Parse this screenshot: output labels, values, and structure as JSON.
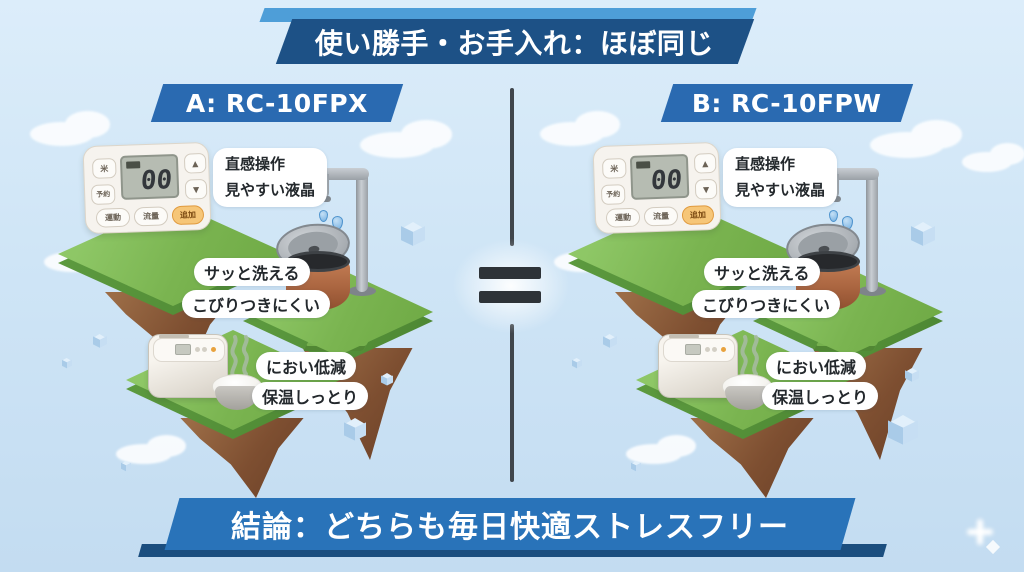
{
  "header": {
    "title": "使い勝手・お手入れ：ほぼ同じ"
  },
  "models": {
    "a_label": "A: RC-10FPX",
    "b_label": "B: RC-10FPW"
  },
  "comparison": {
    "equals_symbol": "＝"
  },
  "features": {
    "operation": {
      "line1": "直感操作",
      "line2": "見やすい液晶"
    },
    "cleaning": {
      "line1": "サッと洗える",
      "line2": "こびりつきにくい"
    },
    "keep_warm": {
      "line1": "におい低減",
      "line2": "保温しっとり"
    }
  },
  "control_panel": {
    "display_value": "00",
    "buttons": {
      "rice": "米",
      "reserve": "予約",
      "up": "▲",
      "down": "▼",
      "bottom_left": "運動",
      "bottom_mid": "流量",
      "bottom_right": "追加"
    }
  },
  "footer": {
    "conclusion": "結論：どちらも毎日快適ストレスフリー"
  },
  "colors": {
    "background_blue": "#cfe5f6",
    "banner_dark_navy": "#1d5186",
    "banner_blue": "#2a6ab1",
    "banner_bottom_blue": "#2973b9",
    "accent_light_blue": "#4e9ed8",
    "island_green": "#7ab450",
    "dirt_brown": "#7e4f31",
    "pot_copper": "#aa6540",
    "button_orange": "#f6c678",
    "equals_dark": "#2e3338"
  }
}
